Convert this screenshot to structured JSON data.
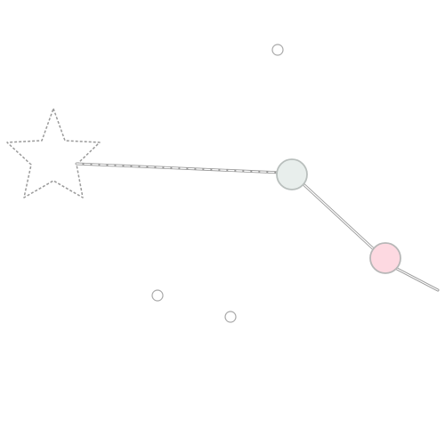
{
  "illustration": {
    "background_color": "#ffffff",
    "outline_color": "#a9a9a9",
    "star": {
      "fill": "#ffffff",
      "stroke": "#9a9a9a"
    },
    "connector": {
      "stroke": "#9a9a9a",
      "fill": "#ffffff"
    },
    "nodes": [
      {
        "name": "node-gray",
        "fill": "#e8eeec",
        "stroke": "#b9bfbd"
      },
      {
        "name": "node-pink",
        "fill": "#fdd9e1",
        "stroke": "#b7b7b7"
      }
    ],
    "small_circles": [
      {
        "name": "small-circle-top"
      },
      {
        "name": "small-circle-bottom-left"
      },
      {
        "name": "small-circle-bottom-middle"
      }
    ]
  }
}
